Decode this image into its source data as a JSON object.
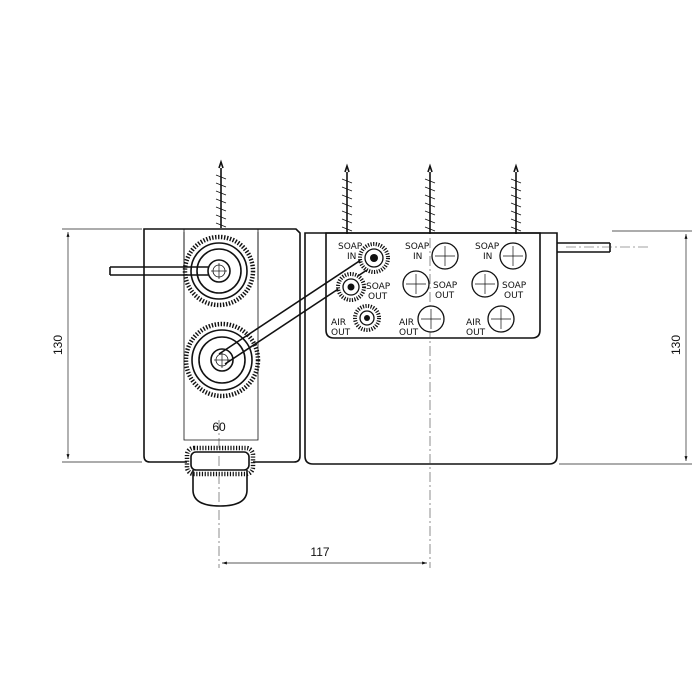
{
  "dimensions": {
    "height_left": "130",
    "height_right": "130",
    "knob_diameter": "60",
    "spacing": "117"
  },
  "port_labels": {
    "soap_in_1": [
      "SOAP",
      "IN"
    ],
    "soap_out_1": [
      "SOAP",
      "OUT"
    ],
    "air_out_1": [
      "AIR",
      "OUT"
    ],
    "soap_in_2": [
      "SOAP",
      "IN"
    ],
    "soap_out_2": [
      "SOAP",
      "OUT"
    ],
    "air_out_2": [
      "AIR",
      "OUT"
    ],
    "soap_in_3": [
      "SOAP",
      "IN"
    ],
    "soap_out_3": [
      "SOAP",
      "OUT"
    ],
    "air_out_3": [
      "AIR",
      "OUT"
    ]
  }
}
